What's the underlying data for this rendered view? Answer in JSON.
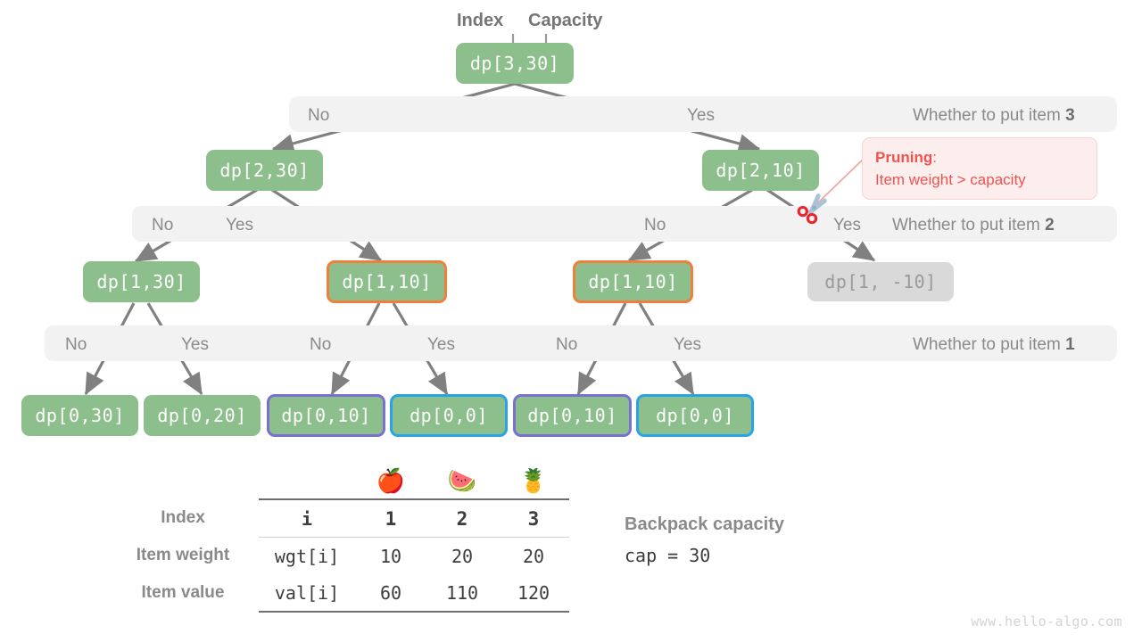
{
  "annotations": {
    "index_label": "Index",
    "capacity_label": "Capacity"
  },
  "tree": {
    "nodes": [
      {
        "id": "root",
        "label": "dp[3,30]",
        "style": "plain"
      },
      {
        "id": "n2a",
        "label": "dp[2,30]",
        "style": "plain"
      },
      {
        "id": "n2b",
        "label": "dp[2,10]",
        "style": "plain"
      },
      {
        "id": "n1a",
        "label": "dp[1,30]",
        "style": "plain"
      },
      {
        "id": "n1b",
        "label": "dp[1,10]",
        "style": "orange"
      },
      {
        "id": "n1c",
        "label": "dp[1,10]",
        "style": "orange"
      },
      {
        "id": "n1d",
        "label": "dp[1, -10]",
        "style": "gray"
      },
      {
        "id": "l1",
        "label": "dp[0,30]",
        "style": "plain"
      },
      {
        "id": "l2",
        "label": "dp[0,20]",
        "style": "plain"
      },
      {
        "id": "l3",
        "label": "dp[0,10]",
        "style": "purple"
      },
      {
        "id": "l4",
        "label": "dp[0,0]",
        "style": "blue"
      },
      {
        "id": "l5",
        "label": "dp[0,10]",
        "style": "purple"
      },
      {
        "id": "l6",
        "label": "dp[0,0]",
        "style": "blue"
      }
    ]
  },
  "bands": [
    {
      "right_prefix": "Whether to put item ",
      "right_item": "3",
      "choices": [
        "No",
        "Yes"
      ]
    },
    {
      "right_prefix": "Whether to put item ",
      "right_item": "2",
      "choices": [
        "No",
        "Yes",
        "No",
        "Yes"
      ]
    },
    {
      "right_prefix": "Whether to put item ",
      "right_item": "1",
      "choices": [
        "No",
        "Yes",
        "No",
        "Yes",
        "No",
        "Yes"
      ]
    }
  ],
  "pruning_callout": {
    "line1_bold": "Pruning",
    "line1_rest": ":",
    "line2": "Item weight > capacity",
    "icon": "scissors-icon",
    "color": "#ef5350"
  },
  "table": {
    "emojis": [
      "🍎",
      "🍉",
      "🍍"
    ],
    "rows": [
      {
        "head": "Index",
        "key": "i",
        "values": [
          "1",
          "2",
          "3"
        ],
        "bold": true
      },
      {
        "head": "Item weight",
        "key": "wgt[i]",
        "values": [
          "10",
          "20",
          "20"
        ],
        "bold": false
      },
      {
        "head": "Item value",
        "key": "val[i]",
        "values": [
          "60",
          "110",
          "120"
        ],
        "bold": false
      }
    ]
  },
  "capacity_note": {
    "title": "Backpack capacity",
    "value": "cap = 30"
  },
  "watermark": "www.hello-algo.com",
  "colors": {
    "node_green": "#8cbf8c",
    "node_gray": "#d9d9d9",
    "border_orange": "#f07f3c",
    "border_purple": "#7b6fd0",
    "border_blue": "#29a3e8",
    "edge_gray": "#808080",
    "band_bg": "#f2f2f2",
    "pruning_red": "#ef5350"
  }
}
